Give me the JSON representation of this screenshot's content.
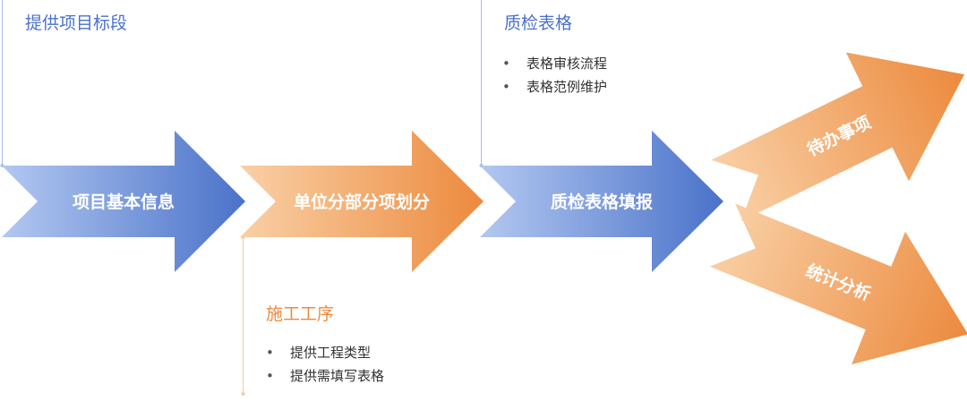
{
  "arrows": {
    "project_info": "项目基本信息",
    "division": "单位分部分项划分",
    "form_fill": "质检表格填报",
    "todo": "待办事项",
    "statistics": "统计分析"
  },
  "callouts": {
    "bid_section": {
      "title": "提供项目标段"
    },
    "quality_forms": {
      "title": "质检表格",
      "items": [
        "表格审核流程",
        "表格范例维护"
      ]
    },
    "procedures": {
      "title": "施工工序",
      "items": [
        "提供工程类型",
        "提供需填写表格"
      ]
    }
  },
  "colors": {
    "blue_dark": "#4a72c9",
    "blue_light": "#a9c0ee",
    "orange_dark": "#ec8a3e",
    "orange_light": "#f8c99c"
  },
  "bullet_symbol": "•"
}
